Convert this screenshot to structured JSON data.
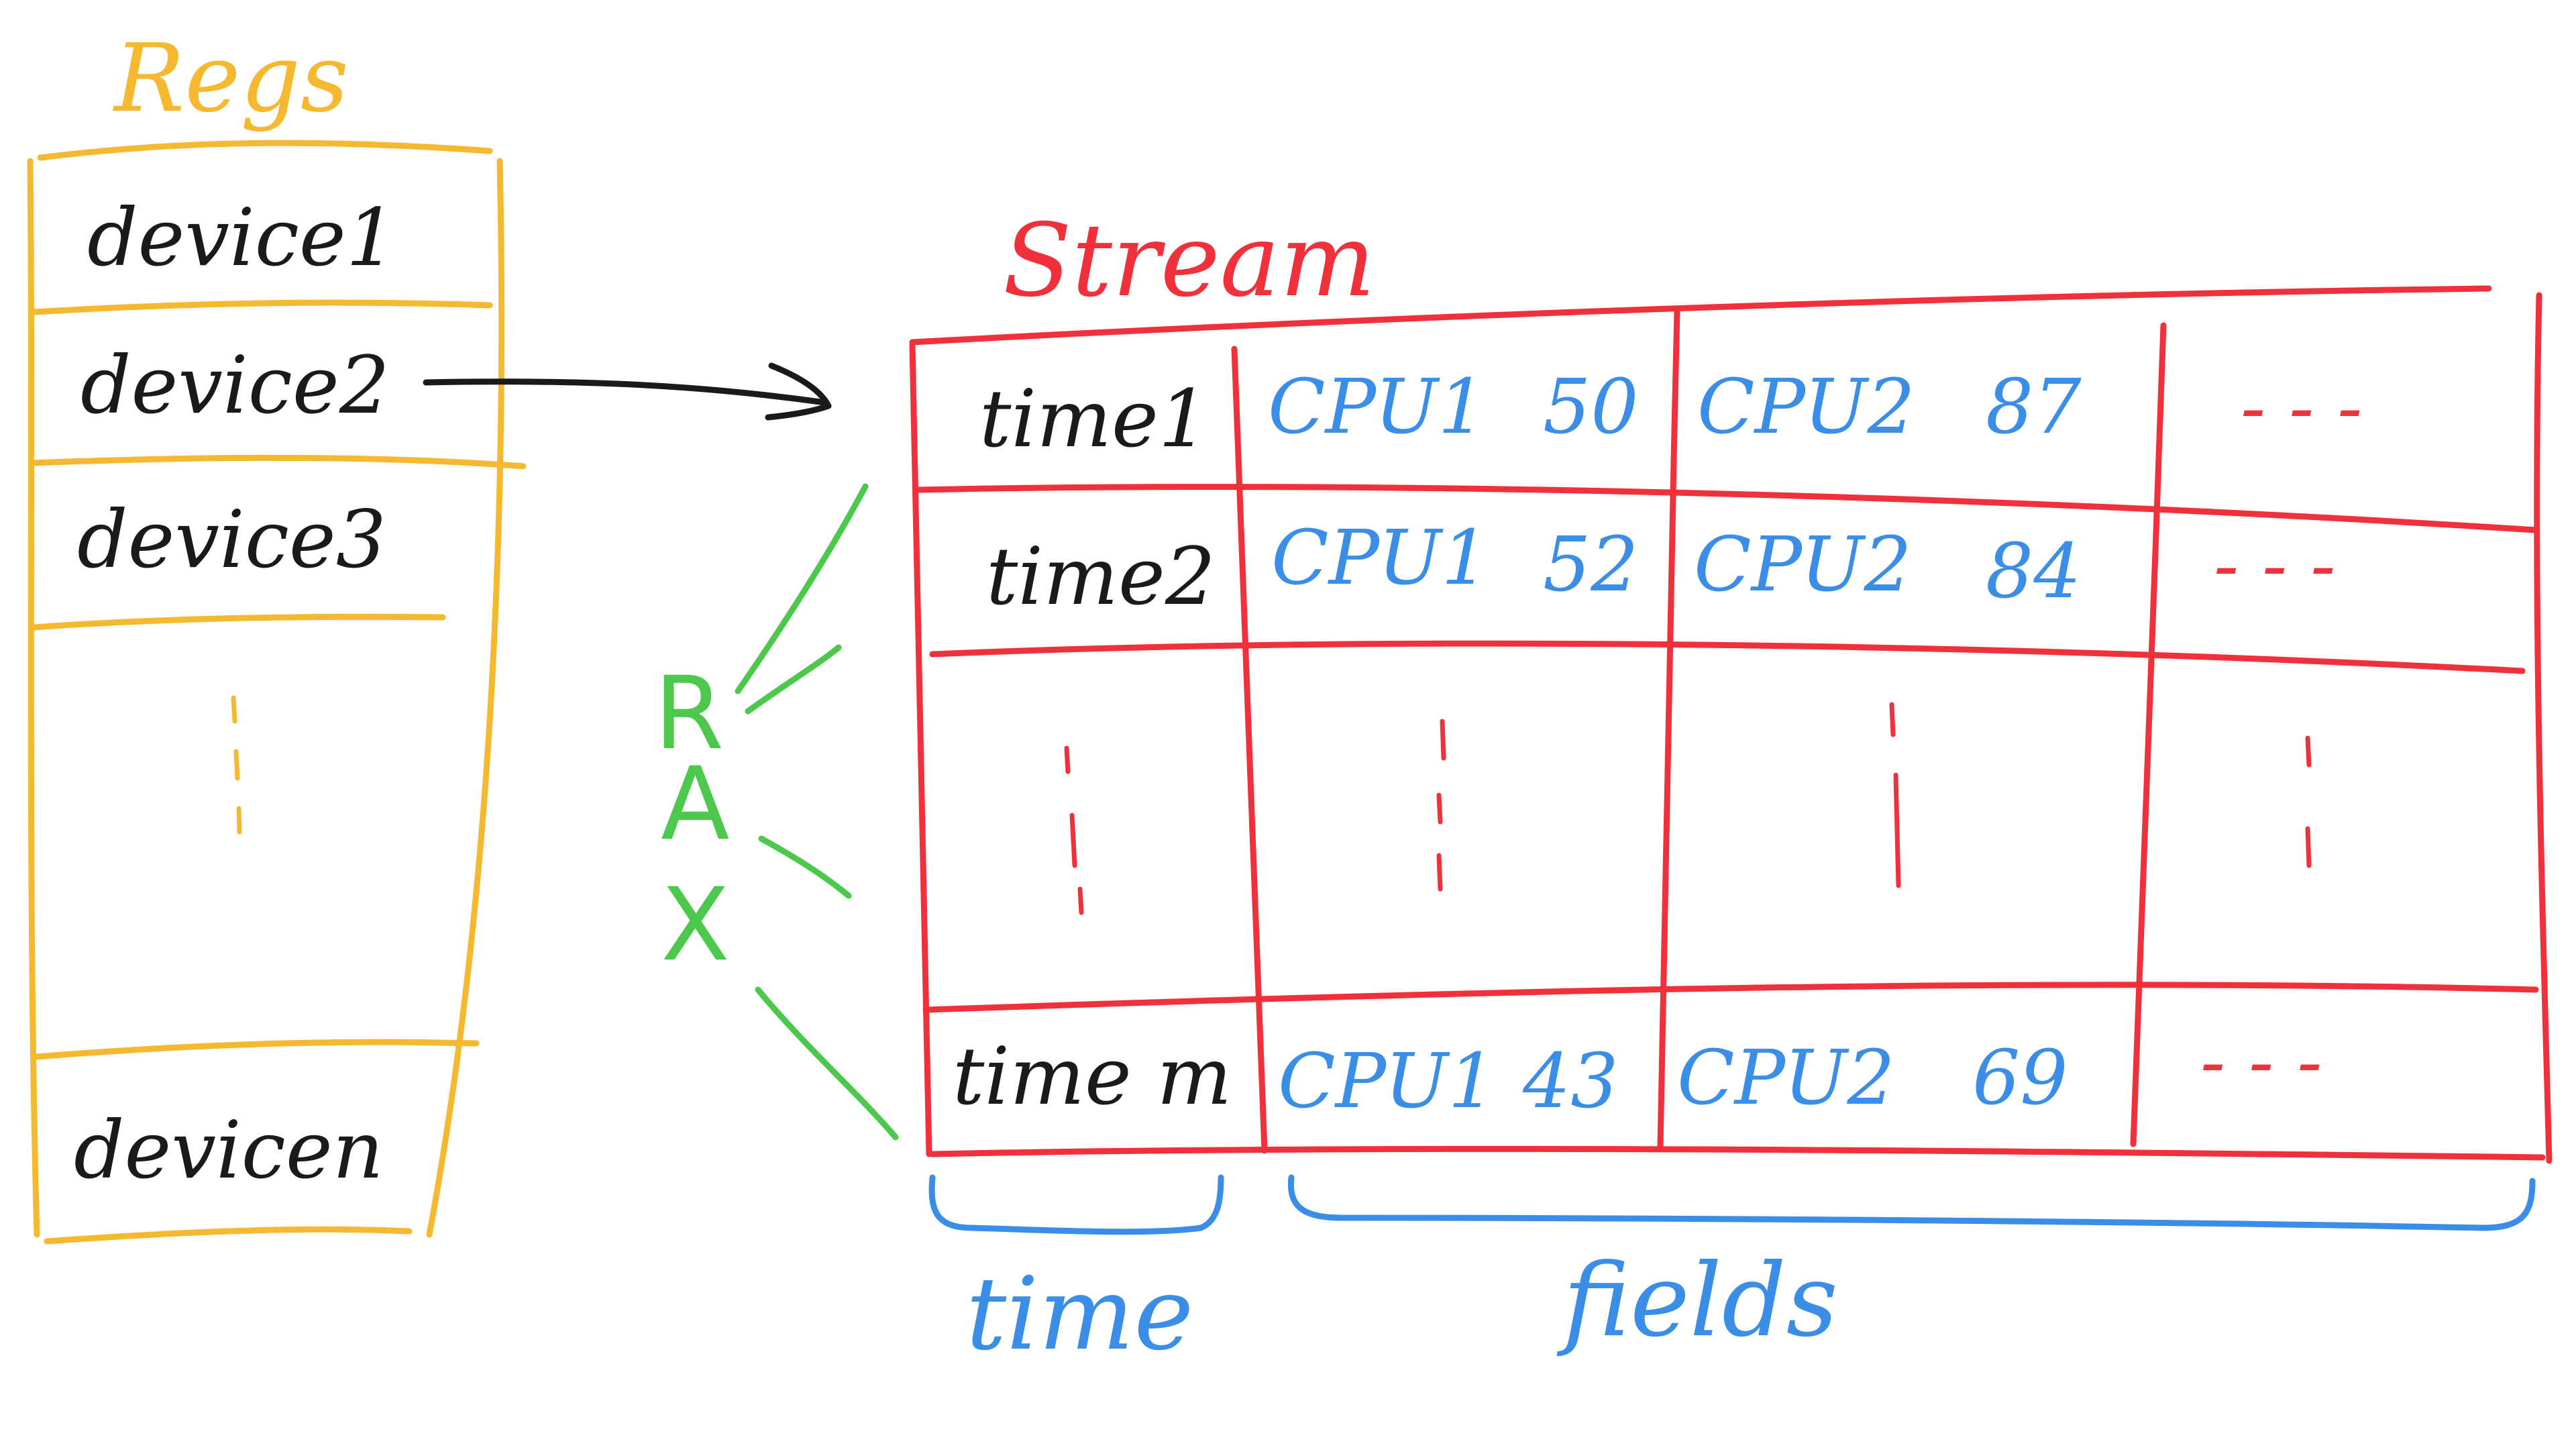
{
  "regs": {
    "title": "Regs",
    "devices": [
      "device1",
      "device2",
      "device3",
      "devicen"
    ]
  },
  "stream": {
    "title": "Stream",
    "rows": [
      {
        "time": "time1",
        "cpu1_label": "CPU1",
        "cpu1_value": "50",
        "cpu2_label": "CPU2",
        "cpu2_value": "87",
        "more": "- - -"
      },
      {
        "time": "time2",
        "cpu1_label": "CPU1",
        "cpu1_value": "52",
        "cpu2_label": "CPU2",
        "cpu2_value": "84",
        "more": "- - -"
      },
      {
        "time": "time m",
        "cpu1_label": "CPU1",
        "cpu1_value": "43",
        "cpu2_label": "CPU2",
        "cpu2_value": "69",
        "more": "- - -"
      }
    ]
  },
  "side_labels": {
    "rax_r": "R",
    "rax_a": "A",
    "rax_x": "X"
  },
  "brace_labels": {
    "time": "time",
    "fields": "fields"
  },
  "colors": {
    "regs": "#f5b82e",
    "stream": "#f0303a",
    "fields": "#3a8ee8",
    "rax": "#4cc94c",
    "ink": "#1a1a1a"
  }
}
